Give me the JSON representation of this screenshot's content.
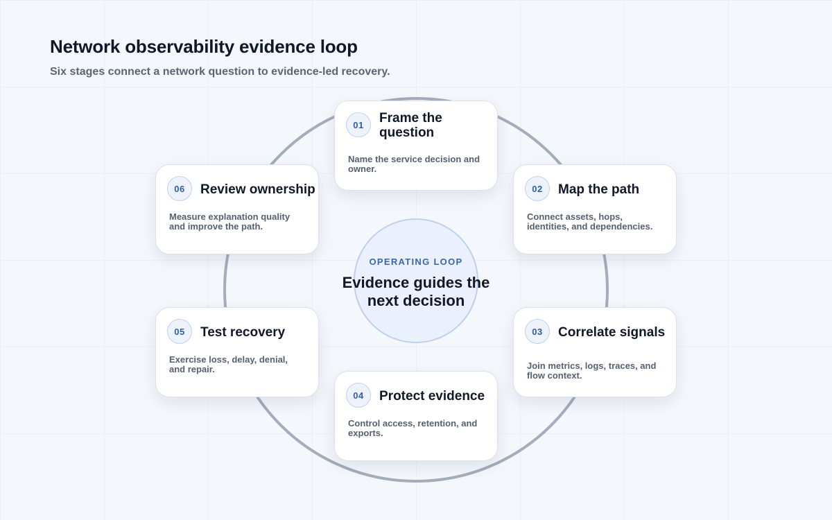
{
  "header": {
    "title": "Network observability evidence loop",
    "subtitle": "Six stages connect a network question to evidence-led recovery."
  },
  "hub": {
    "eyebrow": "OPERATING LOOP",
    "title": "Evidence guides the next decision"
  },
  "stages": [
    {
      "number": "01",
      "title": "Frame the question",
      "description": "Name the service decision and owner."
    },
    {
      "number": "02",
      "title": "Map the path",
      "description": "Connect assets, hops, identities, and dependencies."
    },
    {
      "number": "03",
      "title": "Correlate signals",
      "description": "Join metrics, logs, traces, and flow context."
    },
    {
      "number": "04",
      "title": "Protect evidence",
      "description": "Control access, retention, and exports."
    },
    {
      "number": "05",
      "title": "Test recovery",
      "description": "Exercise loss, delay, denial, and repair."
    },
    {
      "number": "06",
      "title": "Review ownership",
      "description": "Measure explanation quality and improve the path."
    }
  ],
  "colors": {
    "ring": "#a3adbb",
    "accent": "#2f5ea8",
    "hub_fill": "#eaf1fc"
  }
}
